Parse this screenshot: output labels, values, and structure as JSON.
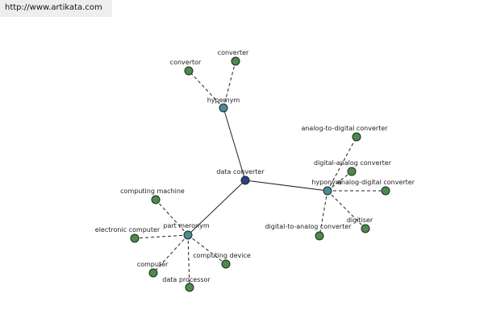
{
  "header": {
    "url": "http://www.artikata.com"
  },
  "colors": {
    "root_node": "#2e3f87",
    "relation_node": "#4a8a9a",
    "term_node": "#4e8a4e",
    "node_stroke": "#1b2a1b",
    "edge": "#222222"
  },
  "graph": {
    "root": {
      "label": "data converter"
    },
    "relations": {
      "hypernym": {
        "label": "hypernym",
        "terms": [
          "convertor",
          "converter"
        ]
      },
      "hyponym": {
        "label": "hyponym",
        "terms": [
          "analog-to-digital converter",
          "digital-analog converter",
          "analog-digital converter",
          "digitiser",
          "digital-to-analog converter"
        ]
      },
      "part_meronym": {
        "label": "part meronym",
        "terms": [
          "computing machine",
          "electronic computer",
          "computer",
          "data processor",
          "computing device"
        ]
      }
    }
  }
}
